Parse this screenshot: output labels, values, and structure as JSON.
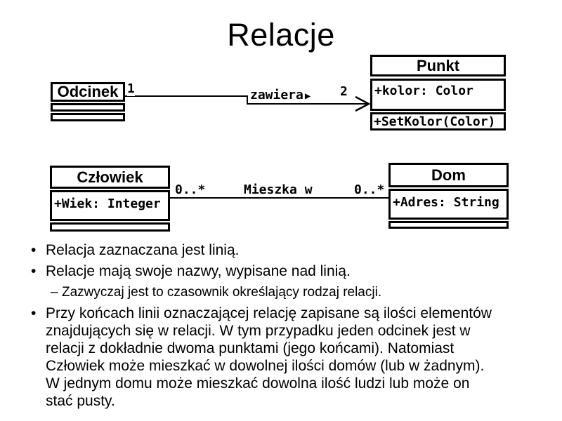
{
  "slide": {
    "title": "Relacje",
    "background_color": "#ffffff",
    "text_color": "#000000"
  },
  "diagram_top": {
    "class_odcinek": {
      "title": "Odcinek"
    },
    "class_punkt": {
      "title": "Punkt",
      "attributes": [
        "+kolor: Color"
      ],
      "methods": [
        "+SetKolor(Color)"
      ]
    },
    "association": {
      "name": "zawiera",
      "direction_icon": "▶",
      "multiplicity_source": "1",
      "multiplicity_target": "2"
    }
  },
  "diagram_bottom": {
    "class_czlowiek": {
      "title": "Człowiek",
      "attributes": [
        "+Wiek: Integer"
      ]
    },
    "class_dom": {
      "title": "Dom",
      "attributes": [
        "+Adres: String"
      ]
    },
    "association": {
      "name": "Mieszka w",
      "multiplicity_source": "0..*",
      "multiplicity_target": "0..*"
    }
  },
  "bullets": {
    "bullet_char": "•",
    "dash_char": "–",
    "items": [
      {
        "level": 1,
        "text": "Relacja zaznaczana jest linią."
      },
      {
        "level": 1,
        "text": "Relacje mają swoje nazwy, wypisane nad linią."
      },
      {
        "level": 2,
        "text": "Zazwyczaj jest to czasownik określający rodzaj relacji."
      },
      {
        "level": 1,
        "text": "Przy końcach linii oznaczającej relację zapisane są ilości elementów znajdujących się w relacji. W tym przypadku jeden odcinek jest w relacji z dokładnie dwoma punktami (jego końcami). Natomiast Człowiek może mieszkać w dowolnej ilości domów (lub w żadnym). W jednym domu może mieszkać dowolna ilość ludzi lub może on stać pusty."
      }
    ]
  }
}
